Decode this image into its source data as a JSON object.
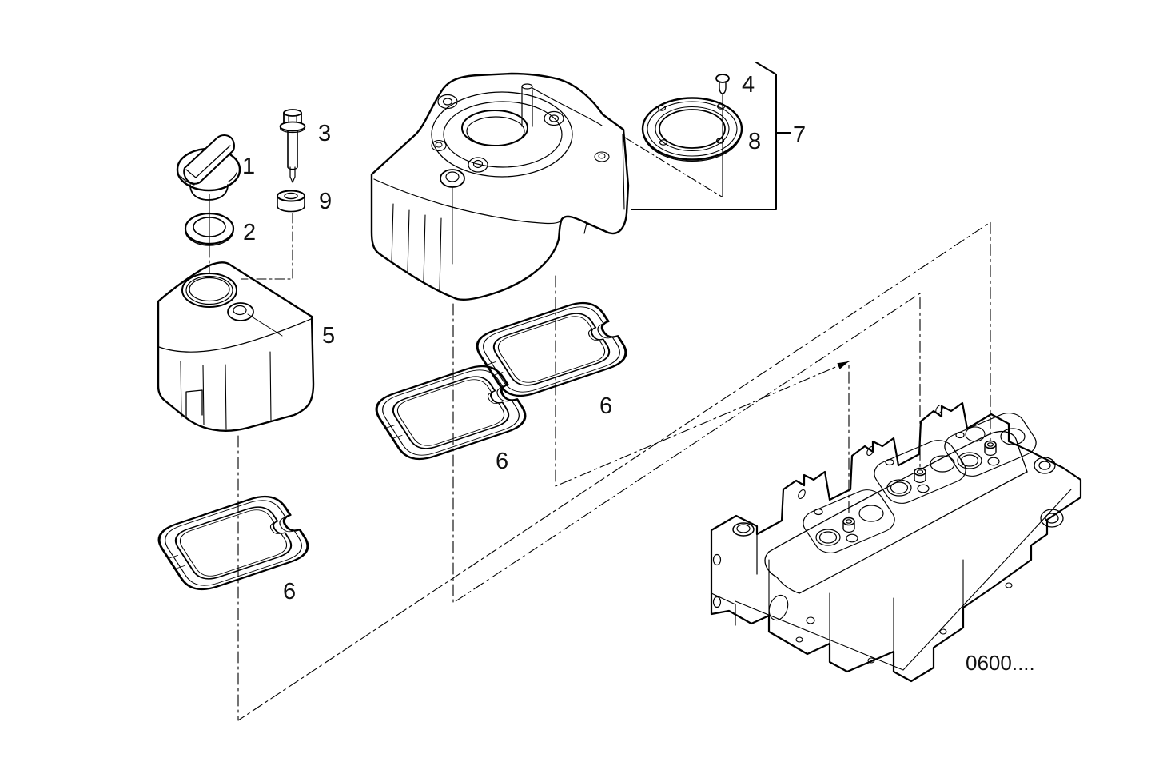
{
  "colors": {
    "background": "#ffffff",
    "line": "#000000",
    "text": "#111111"
  },
  "callouts": {
    "oil_filler_cap": {
      "label": "1"
    },
    "cap_seal_ring": {
      "label": "2"
    },
    "bolt": {
      "label": "3"
    },
    "screw": {
      "label": "4"
    },
    "left_cover": {
      "label": "5"
    },
    "gasket_bottom_left": {
      "label": "6"
    },
    "gasket_middle": {
      "label": "6"
    },
    "gasket_right": {
      "label": "6"
    },
    "cover_assembly": {
      "label": "7"
    },
    "ring_gasket": {
      "label": "8"
    },
    "spacer": {
      "label": "9"
    },
    "cylinder_head_code": {
      "label": "0600...."
    }
  }
}
